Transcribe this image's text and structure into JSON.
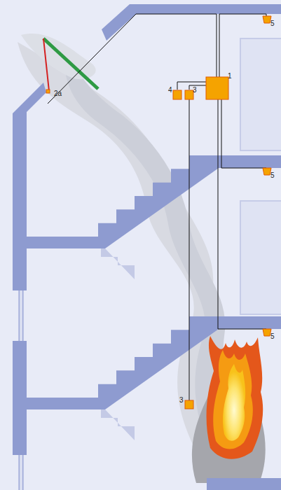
{
  "diagram": {
    "labels": [
      "5",
      "1",
      "4",
      "3",
      "2a",
      "5",
      "5",
      "3"
    ]
  }
}
